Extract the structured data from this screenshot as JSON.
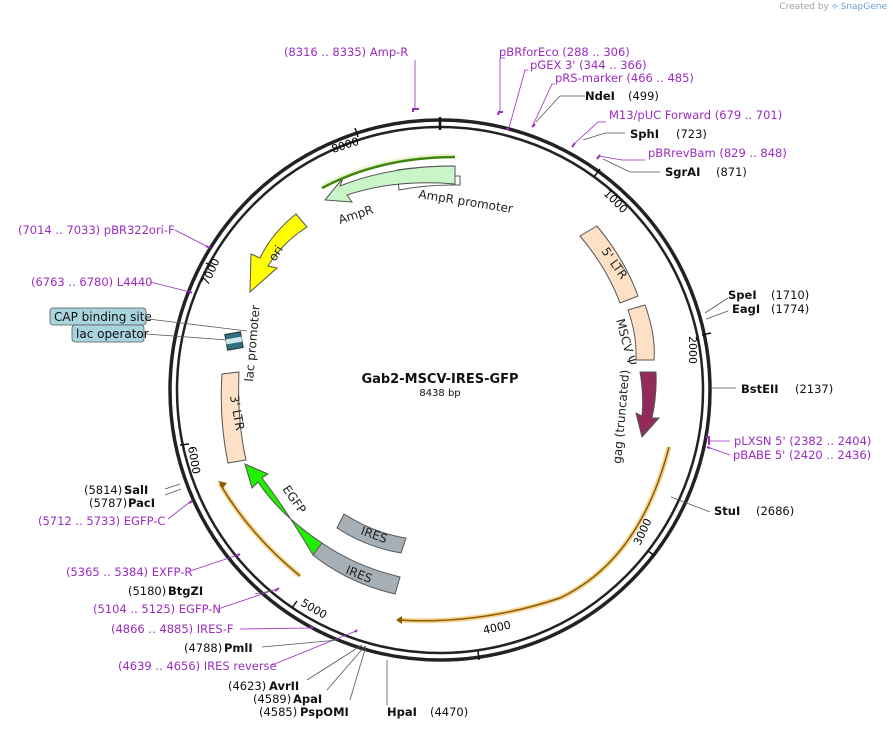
{
  "credit": {
    "prefix": "Created by",
    "brand": "SnapGene"
  },
  "plasmid": {
    "name": "Gab2-MSCV-IRES-GFP",
    "size": "8438 bp",
    "length": 8438
  },
  "ticks": [
    "1000",
    "2000",
    "3000",
    "4000",
    "5000",
    "6000",
    "7000",
    "8000"
  ],
  "features": {
    "ampr_promoter": "AmpR promoter",
    "ampr": "AmpR",
    "ori": "ori",
    "lac_promoter": "lac promoter",
    "ltr3": "3' LTR",
    "egfp": "EGFP",
    "ires1": "IRES",
    "ires2": "IRES",
    "ltr5": "5' LTR",
    "mscv_psi": "MSCV Ψ",
    "gag": "gag (truncated)",
    "cap_binding_site": "CAP binding site",
    "lac_operator": "lac operator"
  },
  "annotations": {
    "amp_r": "(8316 .. 8335)  Amp-R",
    "pbrforeco": "pBRforEco     (288 .. 306)",
    "pgex3": "pGEX 3'     (344 .. 366)",
    "prs_marker": "pRS-marker     (466 .. 485)",
    "ndei_name": "NdeI",
    "ndei_pos": "(499)",
    "m13_fwd": "M13/pUC Forward     (679 .. 701)",
    "sphi_name": "SphI",
    "sphi_pos": "(723)",
    "pbrrevbam": "pBRrevBam     (829 .. 848)",
    "sgrai_name": "SgrAI",
    "sgrai_pos": "(871)",
    "spei_name": "SpeI",
    "spei_pos": "(1710)",
    "eagi_name": "EagI",
    "eagi_pos": "(1774)",
    "bsteii_name": "BstEII",
    "bsteii_pos": "(2137)",
    "plxsn5": "pLXSN 5'     (2382 .. 2404)",
    "pbabe5": "pBABE 5'     (2420 .. 2436)",
    "stui_name": "StuI",
    "stui_pos": "(2686)",
    "hpai_name": "HpaI",
    "hpai_pos": "(4470)",
    "pspomi_pos": "(4585)",
    "pspomi_name": "PspOMI",
    "apai_pos": "(4589)",
    "apai_name": "ApaI",
    "avrii_pos": "(4623)",
    "avrii_name": "AvrII",
    "ires_reverse": "(4639 .. 4656)  IRES reverse",
    "pmli_pos": "(4788)",
    "pmli_name": "PmlI",
    "ires_f": "(4866 .. 4885)  IRES-F",
    "egfp_n": "(5104 .. 5125)  EGFP-N",
    "btgzi_pos": "(5180)",
    "btgzi_name": "BtgZI",
    "exfp_r": "(5365 .. 5384)  EXFP-R",
    "egfp_c": "(5712 .. 5733)  EGFP-C",
    "paci_pos": "(5787)",
    "paci_name": "PacI",
    "sali_pos": "(5814)",
    "sali_name": "SalI",
    "l4440": "(6763 .. 6780)  L4440",
    "pbr322ori": "(7014 .. 7033)  pBR322ori-F"
  },
  "colors": {
    "primer": "#9b2bbf",
    "enzyme": "#000000",
    "backbone": "#222222",
    "ampr_fill": "#c9f5c9",
    "ori_fill": "#ffff00",
    "ltr_fill": "#fde0c6",
    "egfp_fill": "#22ee00",
    "ires_fill": "#a6aeb6",
    "gag_fill": "#922b5c",
    "orf": "#b8860b",
    "callout_fill": "#a8d4de"
  }
}
